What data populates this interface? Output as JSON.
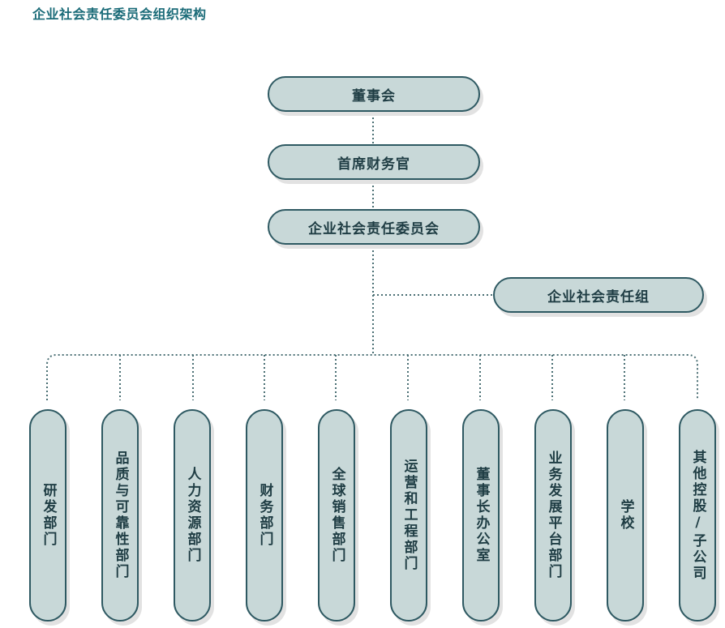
{
  "title": "企业社会责任委员会组织架构",
  "colors": {
    "title": "#1a6b78",
    "box_fill": "#c8d8d8",
    "box_border": "#2e5962",
    "connector": "#4a6f74"
  },
  "chain": {
    "board": "董事会",
    "cfo": "首席财务官",
    "committee": "企业社会责任委员会",
    "csr_group": "企业社会责任组"
  },
  "departments": [
    "研发部门",
    "品质与可靠性部门",
    "人力资源部门",
    "财务部门",
    "全球销售部门",
    "运营和工程部门",
    "董事长办公室",
    "业务发展平台部门",
    "学校",
    "其他控股/子公司"
  ]
}
